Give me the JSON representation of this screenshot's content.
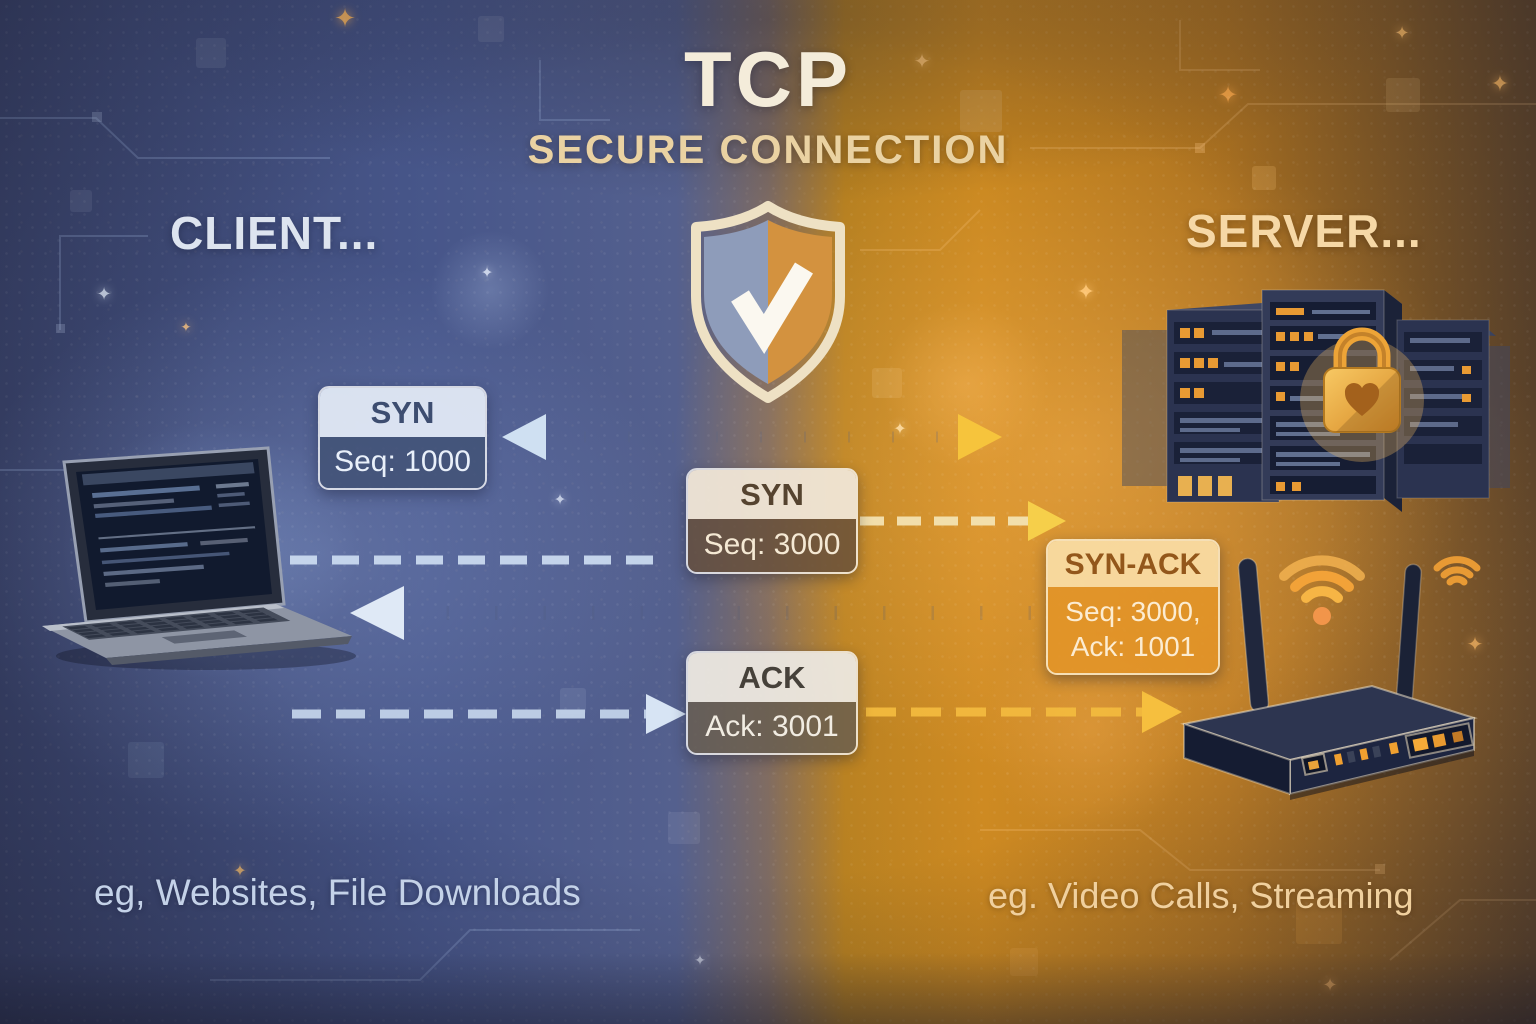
{
  "title": "TCP",
  "subtitle": "SECURE CONNECTION",
  "client": {
    "label": "CLIENT...",
    "example": "eg, Websites, File Downloads",
    "icon": "laptop-icon"
  },
  "server": {
    "label": "SERVER...",
    "example": "eg. Video Calls, Streaming",
    "icons": [
      "server-rack-icon",
      "padlock-heart-icon",
      "wifi-router-icon",
      "wifi-signal-icon"
    ]
  },
  "center_icon": "shield-checkmark-icon",
  "messages": [
    {
      "name": "syn-to-client",
      "label": "SYN",
      "line1": "Seq: 1000",
      "arrow": "solid-double-headed"
    },
    {
      "name": "syn-to-server",
      "label": "SYN",
      "line1": "Seq: 3000",
      "arrow": "dashed-right"
    },
    {
      "name": "syn-ack",
      "label": "SYN-ACK",
      "line1": "Seq: 3000,",
      "line2": "Ack: 1001",
      "arrow": "solid-left"
    },
    {
      "name": "ack",
      "label": "ACK",
      "line1": "Ack: 3001",
      "arrow": "dashed-right"
    }
  ],
  "colors": {
    "client_side_blue": "#47568a",
    "server_side_orange": "#c8861e",
    "title_text": "#f4ecda",
    "subtitle_text": "#ead2a2",
    "client_text": "#dde4ef",
    "server_text": "#f6d8a6",
    "arrow_blue": "#cfe0f2",
    "arrow_yellow": "#f6c43c"
  }
}
